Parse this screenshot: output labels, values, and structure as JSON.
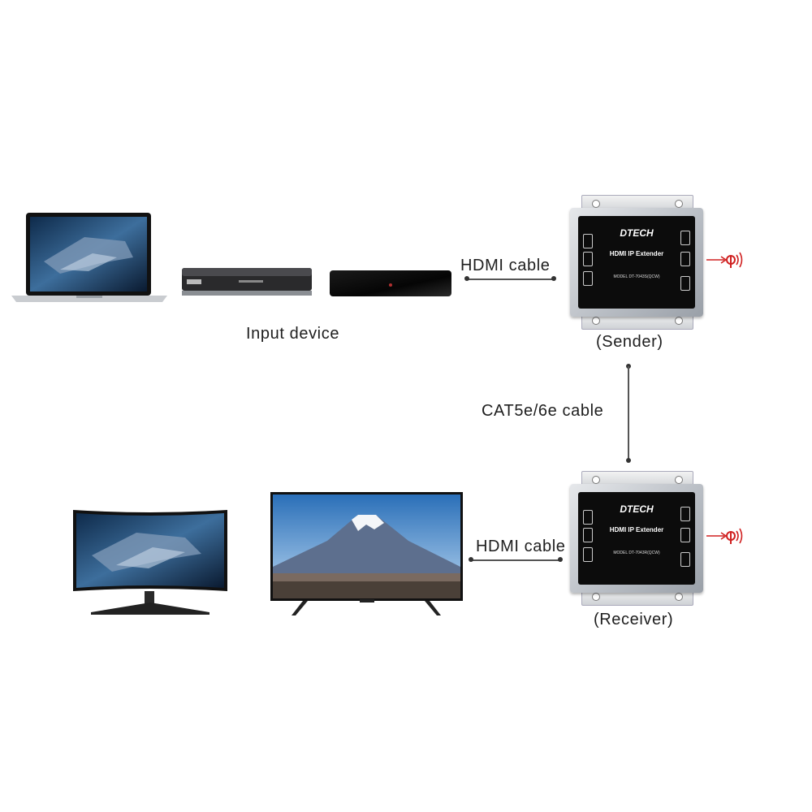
{
  "labels": {
    "input_device": "Input device",
    "hdmi_cable_top": "HDMI cable",
    "sender": "(Sender)",
    "cat_cable": "CAT5e/6e cable",
    "hdmi_cable_bottom": "HDMI cable",
    "receiver": "(Receiver)"
  },
  "sender_device": {
    "brand": "DTECH",
    "title": "HDMI IP Extender",
    "model": "MODEL DT-7043S(QCW)"
  },
  "receiver_device": {
    "brand": "DTECH",
    "title": "HDMI IP Extender",
    "model": "MODEL DT-7043R(QCW)"
  },
  "colors": {
    "signal_icon": "#d02020",
    "connector_line": "#555555"
  },
  "icons": {
    "sender_signal": "ir-signal-icon",
    "receiver_signal": "ir-signal-icon"
  }
}
